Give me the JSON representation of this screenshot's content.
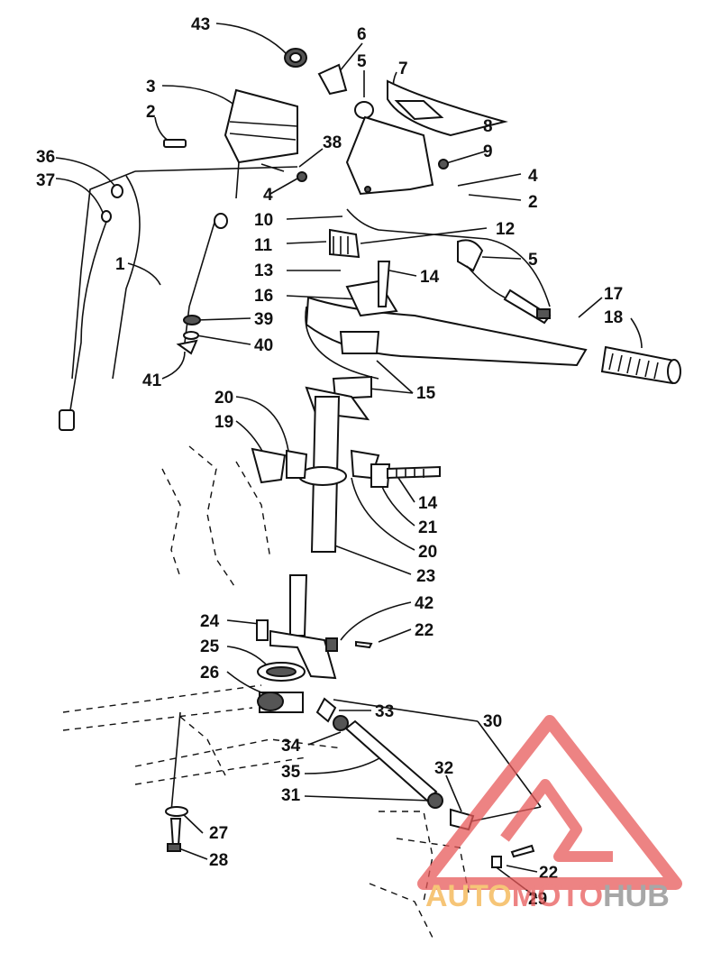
{
  "callouts": [
    {
      "id": "c43",
      "text": "43"
    },
    {
      "id": "c6",
      "text": "6"
    },
    {
      "id": "c5a",
      "text": "5"
    },
    {
      "id": "c7",
      "text": "7"
    },
    {
      "id": "c3",
      "text": "3"
    },
    {
      "id": "c2a",
      "text": "2"
    },
    {
      "id": "c8",
      "text": "8"
    },
    {
      "id": "c38",
      "text": "38"
    },
    {
      "id": "c9",
      "text": "9"
    },
    {
      "id": "c36",
      "text": "36"
    },
    {
      "id": "c37",
      "text": "37"
    },
    {
      "id": "c4a",
      "text": "4"
    },
    {
      "id": "c4b",
      "text": "4"
    },
    {
      "id": "c2b",
      "text": "2"
    },
    {
      "id": "c10",
      "text": "10"
    },
    {
      "id": "c12",
      "text": "12"
    },
    {
      "id": "c11",
      "text": "11"
    },
    {
      "id": "c5b",
      "text": "5"
    },
    {
      "id": "c1",
      "text": "1"
    },
    {
      "id": "c13",
      "text": "13"
    },
    {
      "id": "c14a",
      "text": "14"
    },
    {
      "id": "c16",
      "text": "16"
    },
    {
      "id": "c17",
      "text": "17"
    },
    {
      "id": "c18",
      "text": "18"
    },
    {
      "id": "c39",
      "text": "39"
    },
    {
      "id": "c40",
      "text": "40"
    },
    {
      "id": "c41",
      "text": "41"
    },
    {
      "id": "c15",
      "text": "15"
    },
    {
      "id": "c20a",
      "text": "20"
    },
    {
      "id": "c19",
      "text": "19"
    },
    {
      "id": "c14b",
      "text": "14"
    },
    {
      "id": "c21",
      "text": "21"
    },
    {
      "id": "c20b",
      "text": "20"
    },
    {
      "id": "c23",
      "text": "23"
    },
    {
      "id": "c42",
      "text": "42"
    },
    {
      "id": "c24",
      "text": "24"
    },
    {
      "id": "c22a",
      "text": "22"
    },
    {
      "id": "c25",
      "text": "25"
    },
    {
      "id": "c26",
      "text": "26"
    },
    {
      "id": "c33",
      "text": "33"
    },
    {
      "id": "c30",
      "text": "30"
    },
    {
      "id": "c34",
      "text": "34"
    },
    {
      "id": "c35",
      "text": "35"
    },
    {
      "id": "c32",
      "text": "32"
    },
    {
      "id": "c31",
      "text": "31"
    },
    {
      "id": "c27",
      "text": "27"
    },
    {
      "id": "c28",
      "text": "28"
    },
    {
      "id": "c22b",
      "text": "22"
    },
    {
      "id": "c29",
      "text": "29"
    }
  ],
  "watermark": {
    "part1": "AUTO",
    "part2": "MOTO",
    "part3": "HUB",
    "color_red": "#e85a5a",
    "color_orange": "#f3b24a",
    "color_gray": "#8a8a8a"
  }
}
